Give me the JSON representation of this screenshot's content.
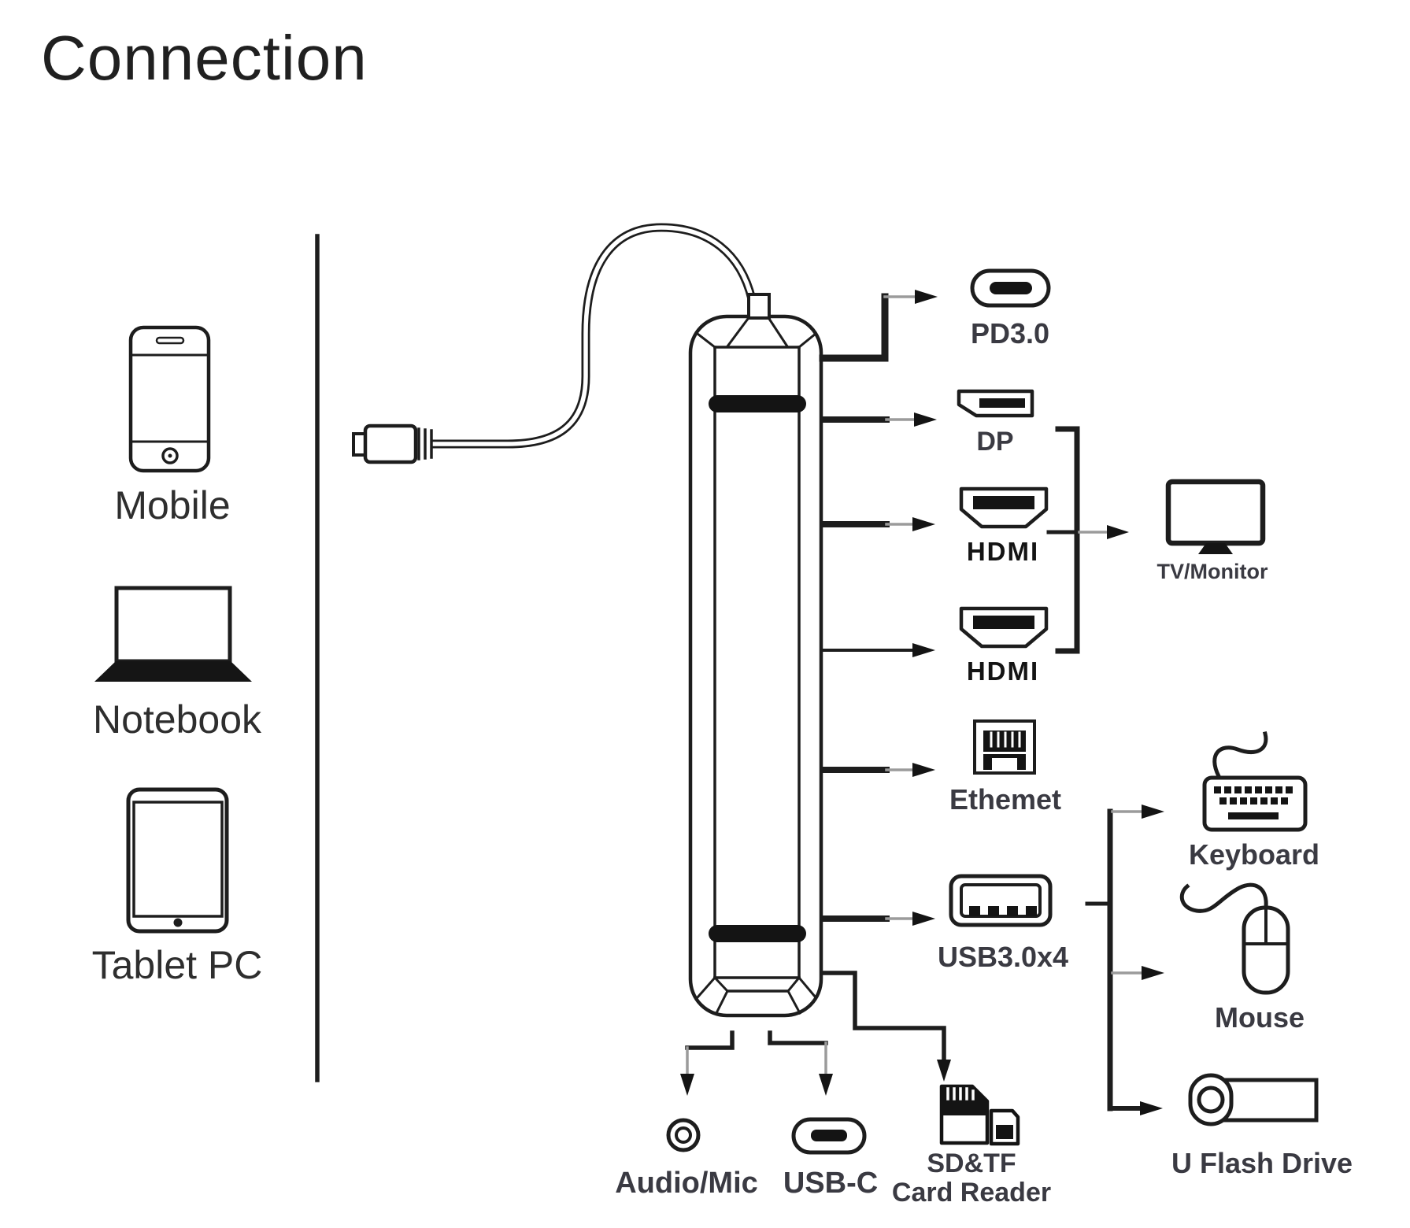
{
  "title": "Connection",
  "colors": {
    "line": "#1d1d1d",
    "fill_black": "#141414",
    "gray_arrow": "#9b9b9b",
    "label_text": "#3a3a42",
    "background": "#ffffff"
  },
  "source_devices": {
    "mobile": "Mobile",
    "notebook": "Notebook",
    "tablet": "Tablet PC"
  },
  "hub": {
    "ports_right": {
      "pd": "PD3.0",
      "dp": "DP",
      "hdmi1": "HDMI",
      "hdmi2": "HDMI",
      "ethernet": "Ethemet",
      "usb3": "USB3.0x4"
    },
    "ports_bottom": {
      "audio": "Audio/Mic",
      "usbc": "USB-C",
      "card_line1": "SD&TF",
      "card_line2": "Card Reader"
    }
  },
  "peripherals": {
    "tv": "TV/Monitor",
    "keyboard": "Keyboard",
    "mouse": "Mouse",
    "uflash": "U Flash Drive"
  }
}
